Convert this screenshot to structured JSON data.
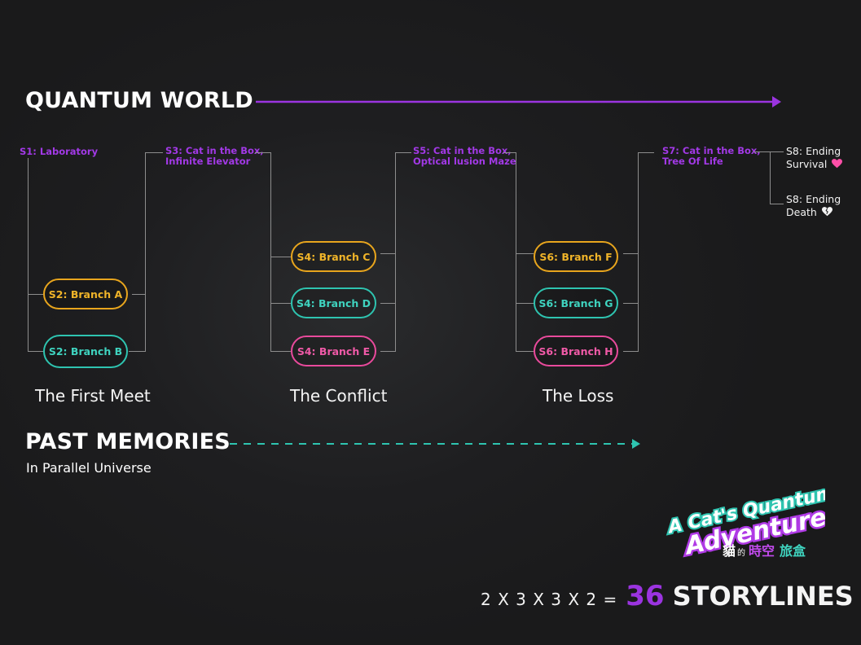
{
  "headers": {
    "quantum_world": "QUANTUM WORLD",
    "past_memories": "PAST MEMORIES",
    "past_memories_sub": "In Parallel Universe"
  },
  "stages": {
    "s1": [
      "S1:  Laboratory"
    ],
    "s3": [
      "S3:  Cat in the Box,",
      "Infinite Elevator"
    ],
    "s5": [
      "S5:  Cat in the Box,",
      "Optical lusion Maze"
    ],
    "s7": [
      "S7:  Cat in the Box,",
      "Tree Of Life"
    ]
  },
  "endings": {
    "survival": [
      "S8:  Ending",
      "Survival"
    ],
    "death": [
      "S8:  Ending",
      "Death"
    ]
  },
  "branches": {
    "s2a": "S2:  Branch A",
    "s2b": "S2: Branch B",
    "s4c": "S4:  Branch C",
    "s4d": "S4: Branch D",
    "s4e": "S4:  Branch E",
    "s6f": "S6:  Branch F",
    "s6g": "S6: Branch G",
    "s6h": "S6:  Branch H"
  },
  "sections": {
    "first": "The First Meet",
    "conflict": "The Conflict",
    "loss": "The Loss"
  },
  "logo": {
    "line1": "A Cat's Quantum",
    "line2": "Adventure",
    "cjk_1": "貓",
    "cjk_2": "的",
    "cjk_3": "時空",
    "cjk_4": "旅盒"
  },
  "formula": {
    "expression": "2 X 3 X 3 X 2 =",
    "total": "36",
    "label": "STORYLINES"
  },
  "colors": {
    "purple": "#9b34e0",
    "yellow": "#e8a51d",
    "teal": "#2ec4b0",
    "pink": "#e94a9c",
    "background": "#1e1e20"
  },
  "icons": [
    "heart-icon",
    "broken-heart-icon",
    "arrow-right-icon",
    "dashed-arrow-right-icon"
  ]
}
